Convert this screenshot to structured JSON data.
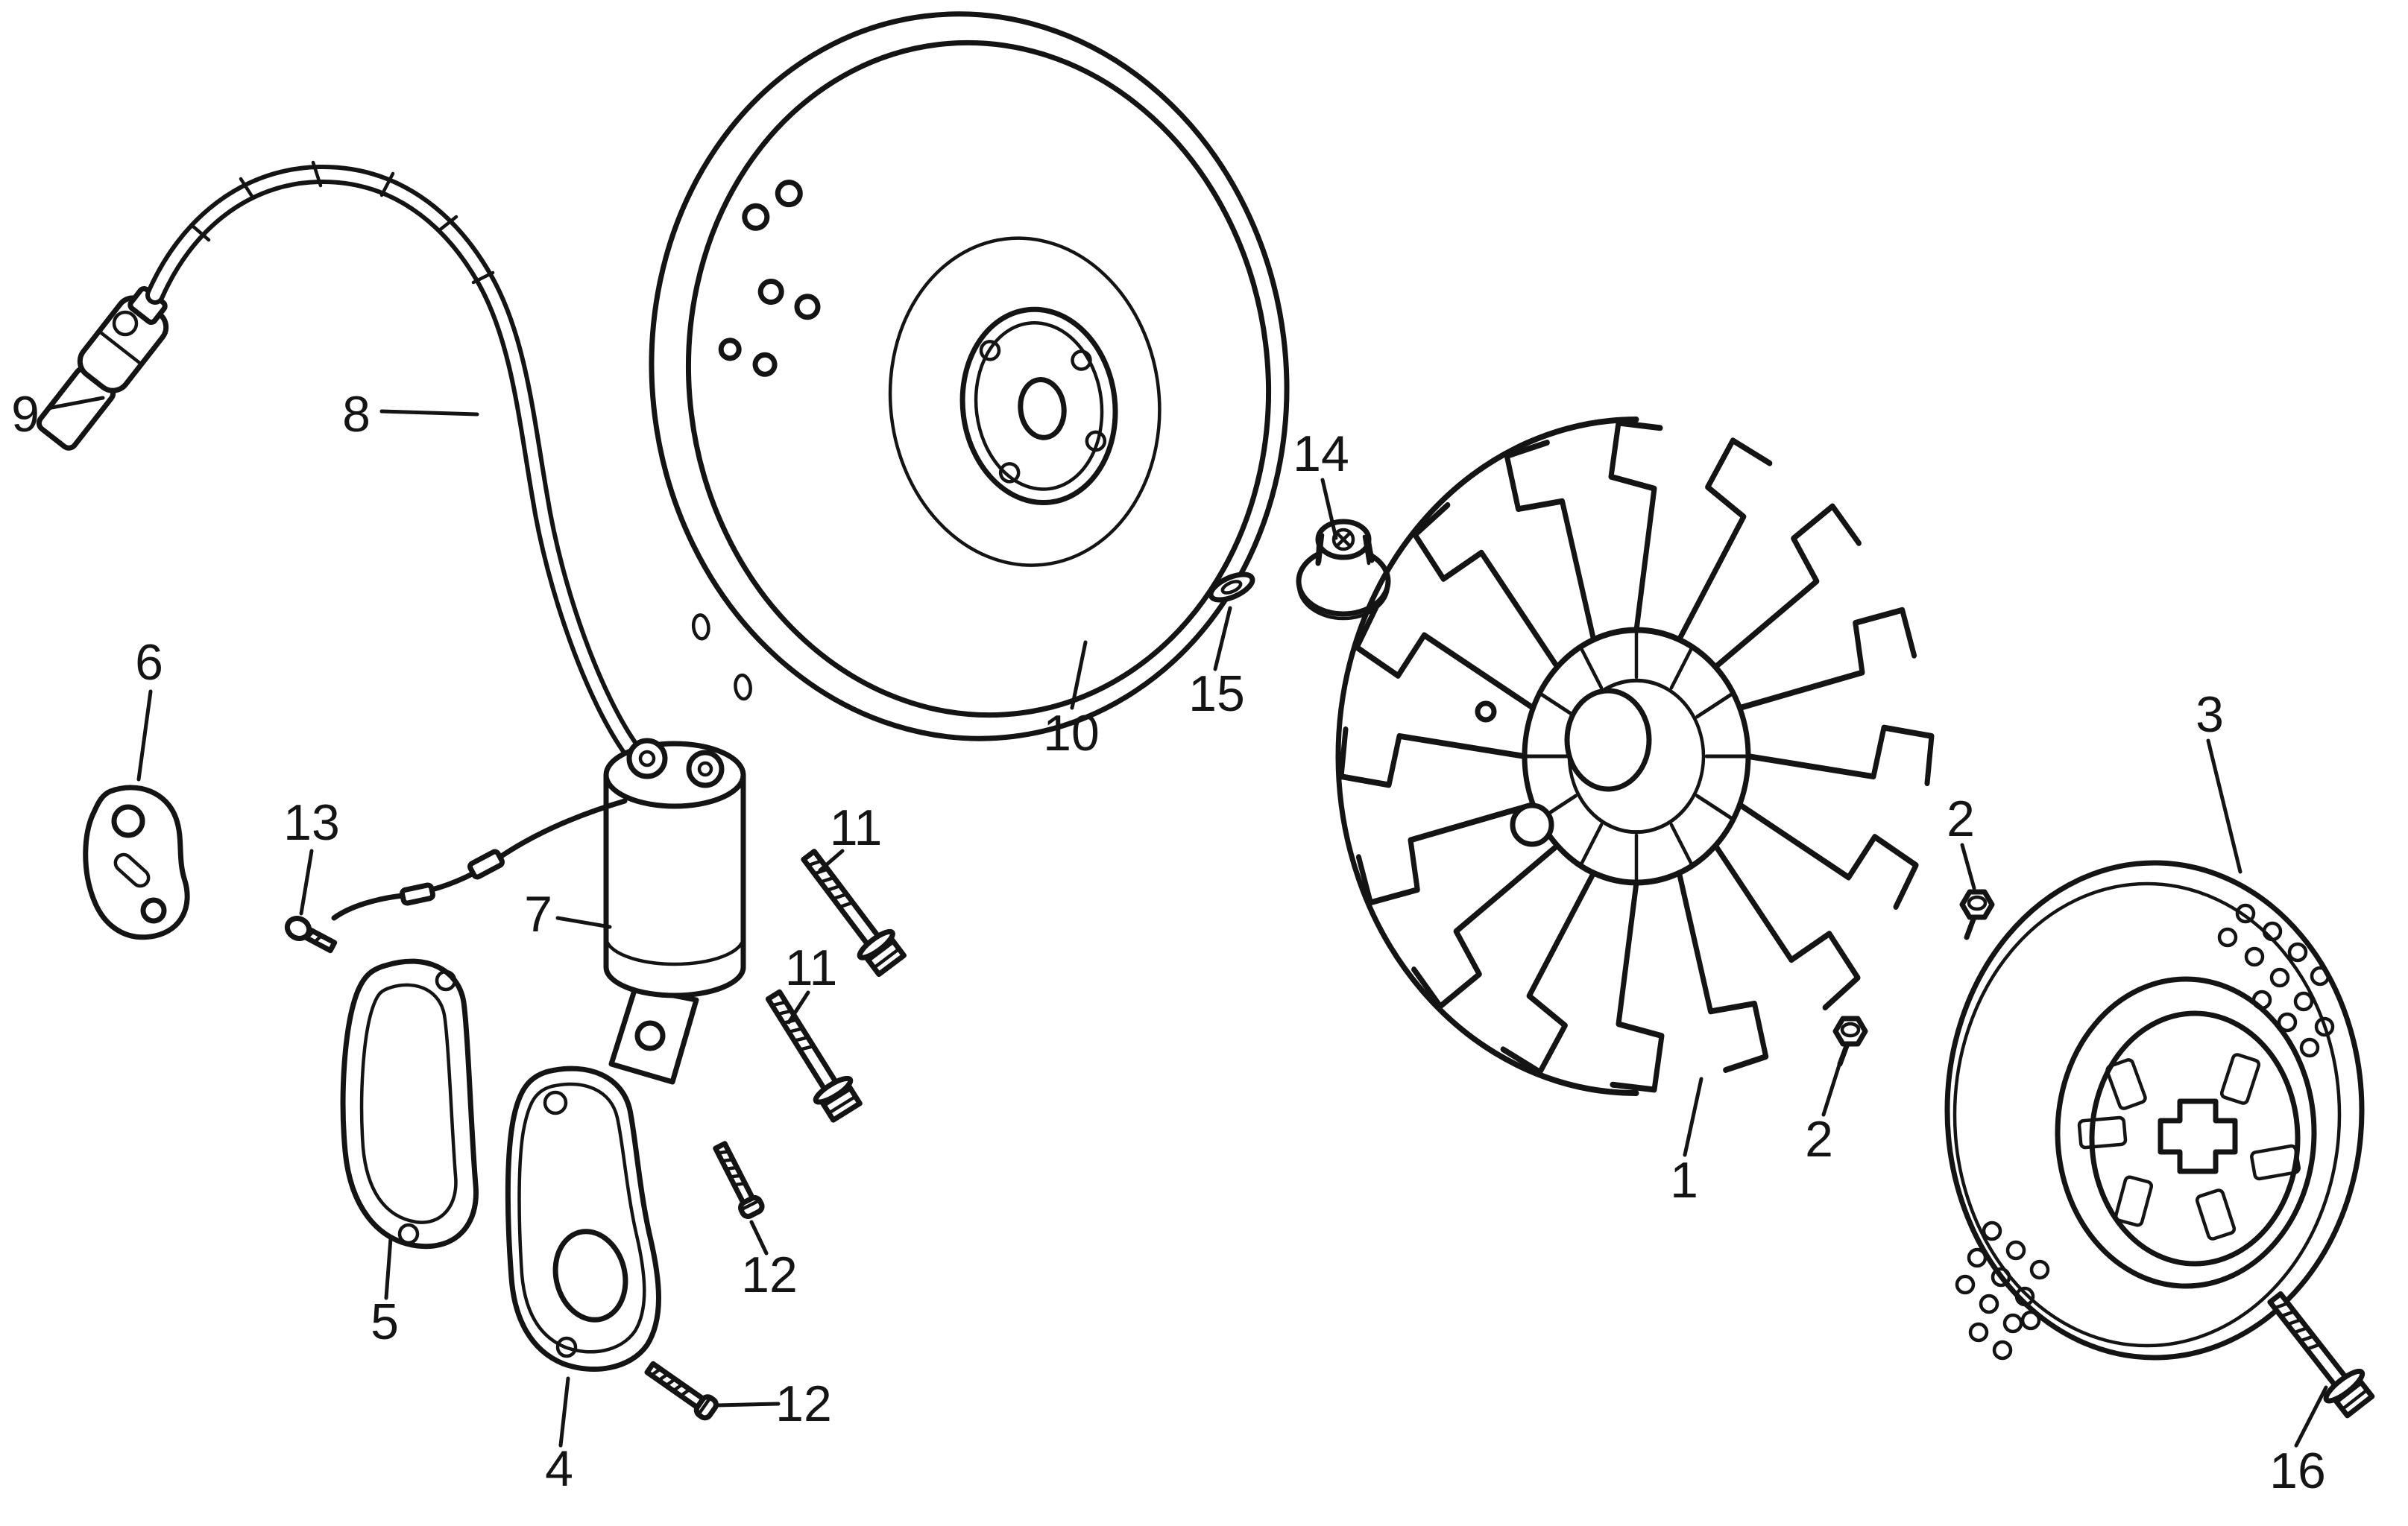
{
  "diagram": {
    "background_color": "#ffffff",
    "ink_color": "#141414",
    "callouts": [
      {
        "label": "1"
      },
      {
        "label": "2"
      },
      {
        "label": "2"
      },
      {
        "label": "3"
      },
      {
        "label": "4"
      },
      {
        "label": "5"
      },
      {
        "label": "6"
      },
      {
        "label": "7"
      },
      {
        "label": "8"
      },
      {
        "label": "9"
      },
      {
        "label": "10"
      },
      {
        "label": "11"
      },
      {
        "label": "11"
      },
      {
        "label": "12"
      },
      {
        "label": "12"
      },
      {
        "label": "13"
      },
      {
        "label": "14"
      },
      {
        "label": "15"
      },
      {
        "label": "16"
      }
    ]
  }
}
